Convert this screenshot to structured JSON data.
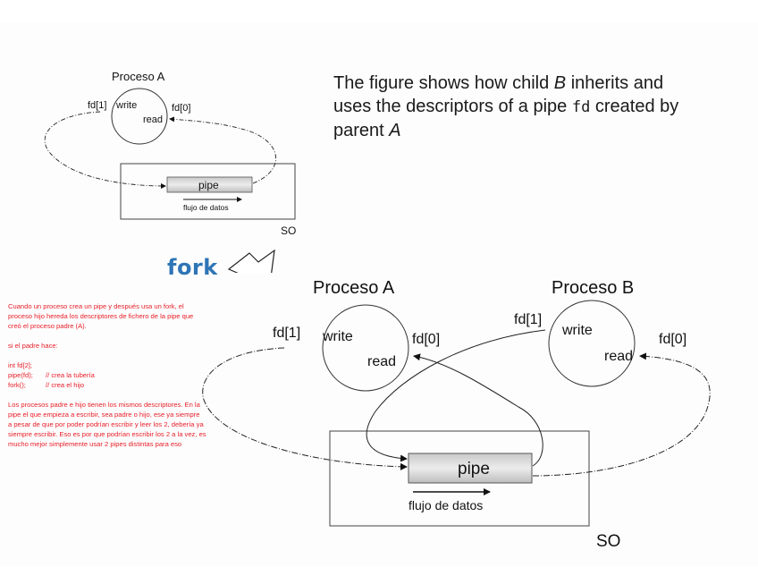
{
  "caption": {
    "line1_pre": "The figure shows how child ",
    "line1_var": "B",
    "line1_post": " inherits and",
    "line2_pre": "uses the descriptors of a pipe ",
    "line2_code": "fd",
    "line2_post": " created by",
    "line3_pre": "parent ",
    "line3_var": "A"
  },
  "fork": {
    "label": "fork",
    "color": "#2e75b6",
    "arrow_icon": "hollow-arrow-down-left"
  },
  "small_diagram": {
    "process_label": "Proceso A",
    "write_label": "write",
    "read_label": "read",
    "fd1_label": "fd[1]",
    "fd0_label": "fd[0]",
    "pipe_label": "pipe",
    "flow_label": "flujo de datos",
    "os_label": "SO"
  },
  "large_diagram": {
    "process_a_label": "Proceso A",
    "process_b_label": "Proceso B",
    "a_write_label": "write",
    "a_read_label": "read",
    "a_fd1_label": "fd[1]",
    "a_fd0_label": "fd[0]",
    "b_write_label": "write",
    "b_read_label": "read",
    "b_fd1_label": "fd[1]",
    "b_fd0_label": "fd[0]",
    "pipe_label": "pipe",
    "flow_label": "flujo de datos",
    "os_label": "SO"
  },
  "notes": {
    "color": "#e8202a",
    "para1": "Cuando un proceso crea un pipe y después usa un fork, el proceso hijo hereda los descriptores de fichero de la pipe que creó el proceso padre (A).",
    "para2": "si el padre hace:",
    "code": [
      {
        "stmt": "int fd[2];",
        "comment": ""
      },
      {
        "stmt": "pipe(fd);",
        "comment": "// crea la tubería"
      },
      {
        "stmt": "fork();",
        "comment": "// crea el hijo"
      }
    ],
    "para3_line1": "Los procesos padre e hijo tienen los mismos descriptores. En la pipe el que empieza a escribir, sea padre o hijo, ese ya siempre",
    "para3_line2": "a pesar de que por poder podrían escribir y leer los 2, debería ya siempre escribir. Eso es por que podrían escribir los 2 a la vez, es mucho mejor simplemente usar 2 pipes distintas para eso"
  }
}
